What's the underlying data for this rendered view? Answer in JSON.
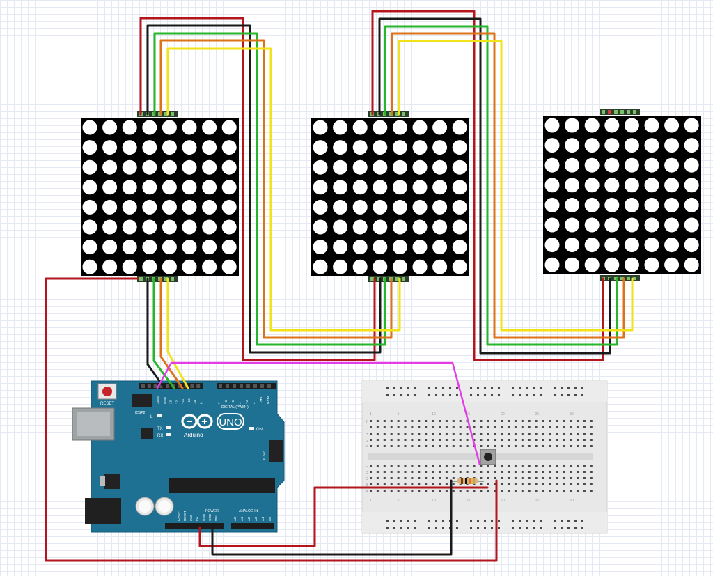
{
  "board": {
    "logo_text": "UNO",
    "brand": "Arduino",
    "reset": "RESET",
    "icsp2": "ICSP2",
    "icsp": "ICSP",
    "led_l": "L",
    "led_tx": "TX",
    "led_rx": "RX",
    "led_on": "ON",
    "digital": "DIGITAL (PWM~)",
    "power": "POWER",
    "analog": "ANALOG IN",
    "digital_pins": [
      "AREF",
      "GND",
      "13",
      "12",
      "~11",
      "~10",
      "~9",
      "8",
      "7",
      "~6",
      "~5",
      "4",
      "~3",
      "2",
      "TX▸1",
      "RX◂0"
    ],
    "power_pins": [
      "IOREF",
      "RESET",
      "3V3",
      "5V",
      "GND",
      "GND",
      "VIN"
    ],
    "analog_pins": [
      "A0",
      "A1",
      "A2",
      "A3",
      "A4",
      "A5"
    ]
  },
  "matrices": [
    "led-matrix-1",
    "led-matrix-2",
    "led-matrix-3"
  ],
  "breadboard": {
    "row_letters": [
      "J",
      "I",
      "H",
      "G",
      "F",
      "E",
      "D",
      "C",
      "B",
      "A"
    ],
    "col_numbers": [
      "1",
      "5",
      "10",
      "15",
      "20",
      "25",
      "30"
    ]
  },
  "colors": {
    "red": "#b3161c",
    "black": "#1a1a1a",
    "green": "#27b62b",
    "orange": "#dc7318",
    "yellow": "#f2e21a",
    "magenta": "#e13ee6",
    "board": "#1f7193",
    "matrix": "#000000"
  }
}
